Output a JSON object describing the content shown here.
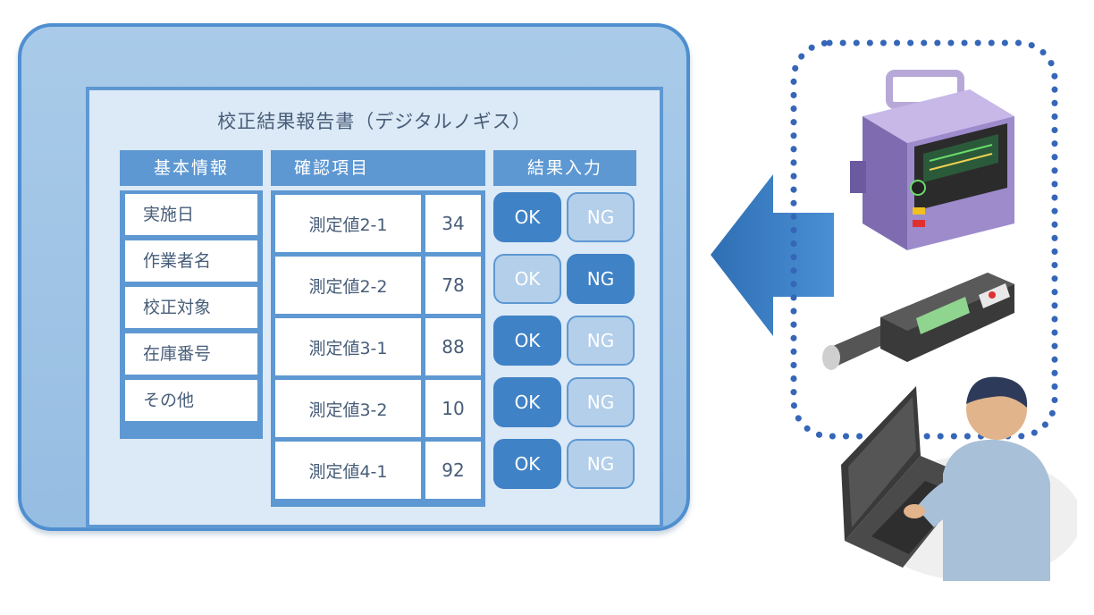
{
  "report": {
    "title": "校正結果報告書（デジタルノギス）",
    "headers": {
      "basic": "基本情報",
      "check": "確認項目",
      "result": "結果入力"
    },
    "basic_items": [
      "実施日",
      "作業者名",
      "校正対象",
      "在庫番号",
      "その他"
    ],
    "measurements": [
      {
        "label": "測定値2-1",
        "value": "34",
        "result": "OK"
      },
      {
        "label": "測定値2-2",
        "value": "78",
        "result": "NG"
      },
      {
        "label": "測定値3-1",
        "value": "88",
        "result": "OK"
      },
      {
        "label": "測定値3-2",
        "value": "10",
        "result": "OK"
      },
      {
        "label": "測定値4-1",
        "value": "92",
        "result": "OK"
      }
    ],
    "ok_label": "OK",
    "ng_label": "NG"
  },
  "colors": {
    "frame": "#4f8fd0",
    "header": "#5e98d2",
    "selected_button": "#3f82c6",
    "unselected_button": "#b3cfea",
    "arrow": "#3f82c6"
  },
  "icons": [
    "arrow-left-icon",
    "calibration-device-icon",
    "micrometer-icon",
    "laptop-user-icon"
  ]
}
